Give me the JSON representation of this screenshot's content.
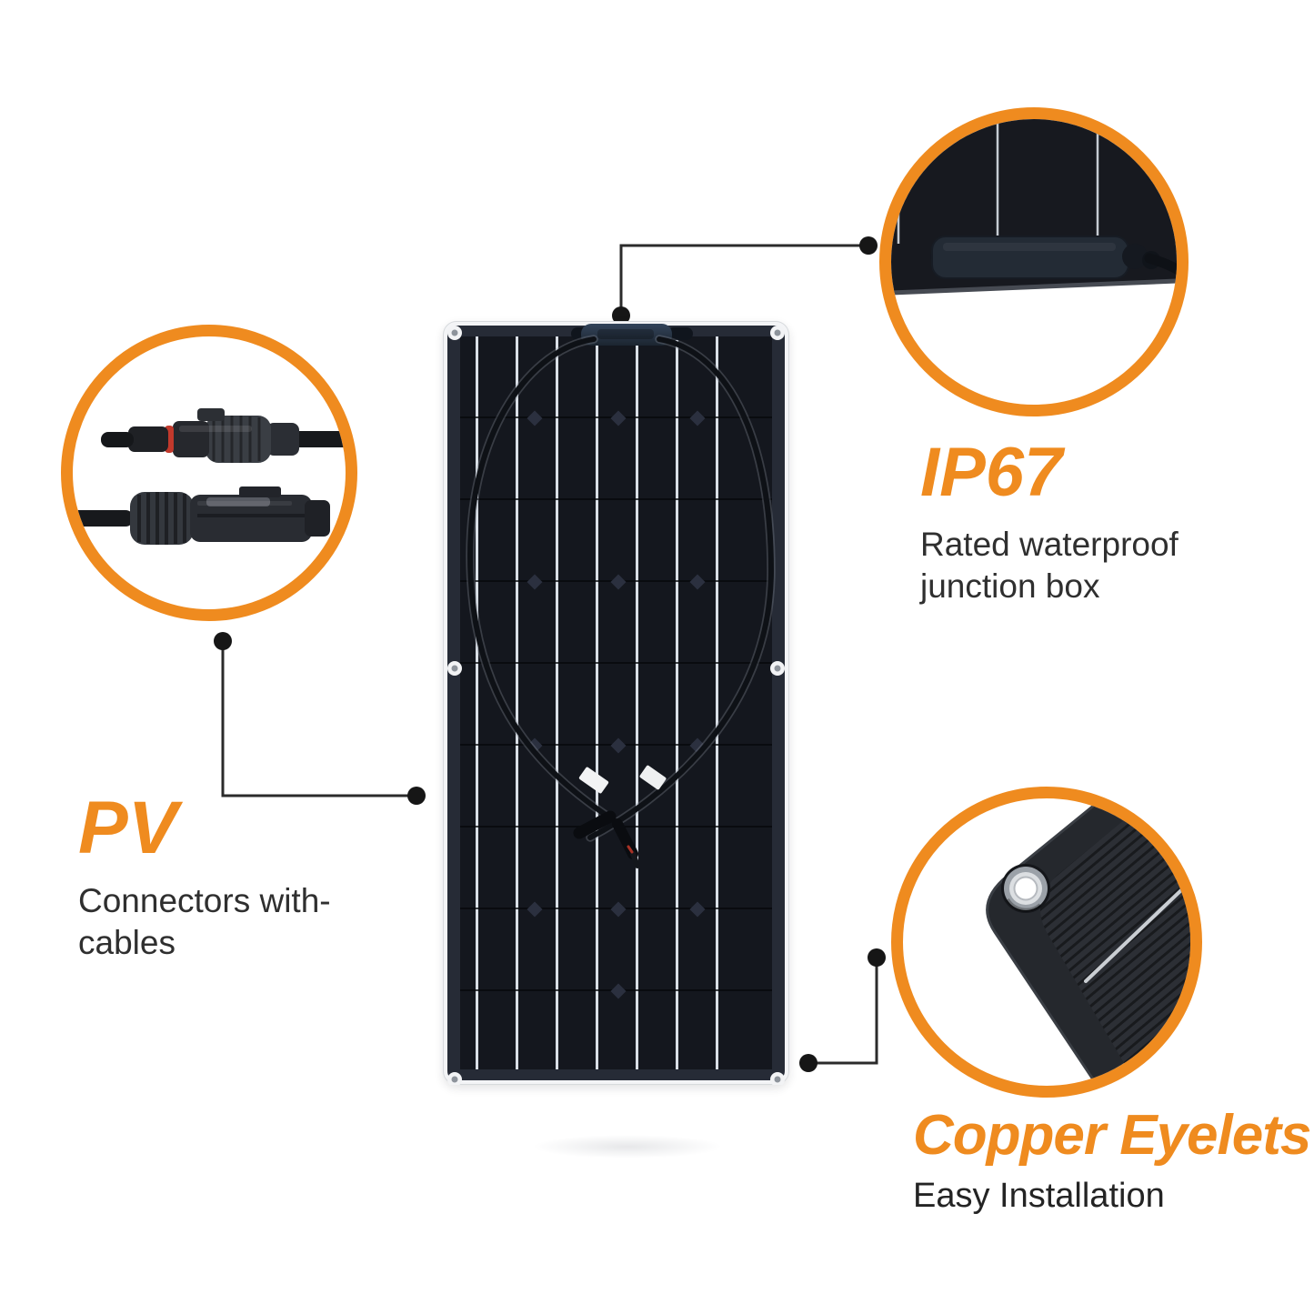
{
  "colors": {
    "accent": "#EF8B1F",
    "text_dark": "#2f2f2f",
    "callout_line": "#2b2b2b",
    "panel_frame": "#f3f4f6",
    "panel_dark": "#14171e"
  },
  "photos": {
    "center": "flexible-solar-panel-front-photo",
    "ip67": "junction-box-closeup-photo",
    "pv": "mc4-connector-pair-photo",
    "copper_eyelets": "panel-corner-eyelet-photo"
  },
  "callouts": {
    "ip67": {
      "title": "IP67",
      "desc_line1": "Rated waterproof",
      "desc_line2": "junction box"
    },
    "pv": {
      "title": "PV",
      "desc_line1": "Connectors with-",
      "desc_line2": "cables"
    },
    "copper_eyelets": {
      "title": "Copper Eyelets",
      "desc_line1": "Easy Installation"
    }
  }
}
